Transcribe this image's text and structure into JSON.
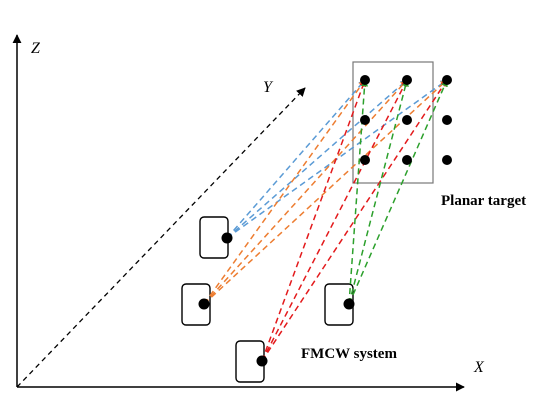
{
  "axes": {
    "x_label": "X",
    "y_label": "Y",
    "z_label": "Z"
  },
  "labels": {
    "target": "Planar target",
    "system": "FMCW system"
  },
  "colors": {
    "blue": "#5b9bd5",
    "orange": "#ed7d31",
    "red": "#e31a1c",
    "green": "#2ca02c"
  }
}
